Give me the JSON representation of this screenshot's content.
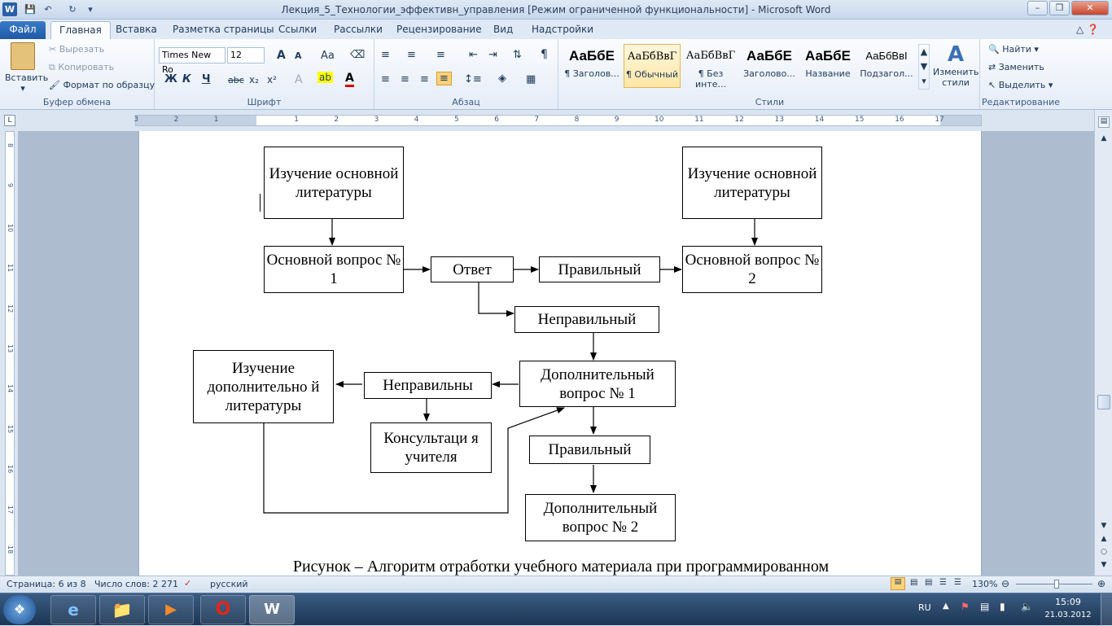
{
  "window": {
    "title": "Лекция_5_Технологии_эффективн_управления [Режим ограниченной функциональности]  -  Microsoft Word"
  },
  "tabs": [
    "Файл",
    "Главная",
    "Вставка",
    "Разметка страницы",
    "Ссылки",
    "Рассылки",
    "Рецензирование",
    "Вид",
    "Надстройки"
  ],
  "clipboard": {
    "paste": "Вставить",
    "cut": "Вырезать",
    "copy": "Копировать",
    "format_painter": "Формат по образцу",
    "label": "Буфер обмена"
  },
  "font": {
    "name": "Times New Ro",
    "size": "12",
    "bold": "Ж",
    "italic": "К",
    "underline": "Ч",
    "strike": "abc",
    "sub": "x₂",
    "sup": "x²",
    "grow": "A",
    "shrink": "A",
    "case": "Aa",
    "label": "Шрифт"
  },
  "paragraph": {
    "label": "Абзац"
  },
  "styles": {
    "items": [
      {
        "sample": "АаБбЕ",
        "name": "¶ Заголов..."
      },
      {
        "sample": "АаБбВвГ",
        "name": "¶ Обычный"
      },
      {
        "sample": "АаБбВвГ",
        "name": "¶ Без инте..."
      },
      {
        "sample": "АаБбЕ",
        "name": "Заголово..."
      },
      {
        "sample": "АаБбЕ",
        "name": "Название"
      },
      {
        "sample": "АаБбВвІ",
        "name": "Подзагол..."
      }
    ],
    "change": "Изменить стили",
    "label": "Стили"
  },
  "editing": {
    "find": "Найти",
    "replace": "Заменить",
    "select": "Выделить",
    "label": "Редактирование"
  },
  "ruler": {
    "h_ticks": [
      "3",
      "2",
      "1",
      "1",
      "2",
      "3",
      "4",
      "5",
      "6",
      "7",
      "8",
      "9",
      "10",
      "11",
      "12",
      "13",
      "14",
      "15",
      "16",
      "17"
    ],
    "v_ticks": [
      "8",
      "9",
      "10",
      "11",
      "12",
      "13",
      "14",
      "15",
      "16",
      "17",
      "18"
    ]
  },
  "diagram": {
    "study_main_left": "Изучение основной литературы",
    "study_main_right": "Изучение основной литературы",
    "main_q1": "Основной вопрос № 1",
    "answer": "Ответ",
    "correct_top": "Правильный",
    "main_q2": "Основной вопрос № 2",
    "incorrect_top": "Неправильный",
    "study_extra": "Изучение дополнительно й литературы",
    "incorrect_mid": "Неправильны",
    "extra_q1": "Дополнительный вопрос № 1",
    "consult": "Консультаци я учителя",
    "correct_bottom": "Правильный",
    "extra_q2": "Дополнительный вопрос № 2"
  },
  "caption": "Рисунок – Алгоритм отработки учебного материала при программированном",
  "status": {
    "page": "Страница: 6 из 8",
    "words": "Число слов: 2 271",
    "lang": "русский",
    "zoom": "130%"
  },
  "tray": {
    "lang": "RU",
    "time": "15:09",
    "date": "21.03.2012"
  }
}
